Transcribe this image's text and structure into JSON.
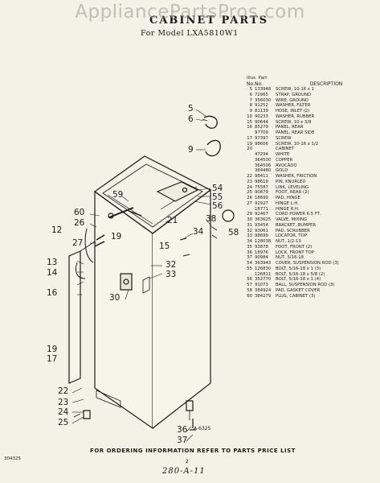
{
  "watermark": "AppliancePartsPros.com",
  "title": "CABINET PARTS",
  "subtitle": "For Model LXA5810W1",
  "table": {
    "head_top": "Illus.  Part",
    "head": {
      "no": "No.",
      "part": "No.",
      "desc": "DESCRIPTION"
    },
    "rows": [
      {
        "no": "5",
        "part": "133948",
        "desc": "SCREW, 10-16 x 1"
      },
      {
        "no": "6",
        "part": "72965",
        "desc": "STRAP, GROUND"
      },
      {
        "no": "7",
        "part": "356030",
        "desc": "WIRE, GROUND"
      },
      {
        "no": "8",
        "part": "91252",
        "desc": "WASHER, FILTER"
      },
      {
        "no": "9",
        "part": "81139",
        "desc": "HOSE, INLET (2)"
      },
      {
        "no": "10",
        "part": "90233",
        "desc": "WASHER, RUBBER"
      },
      {
        "no": "15",
        "part": "90644",
        "desc": "SCREW, 10 x 3/8"
      },
      {
        "no": "16",
        "part": "85279",
        "desc": "PANEL, REAR"
      },
      {
        "no": "",
        "part": "97709",
        "desc": "PANEL, REAR SIDE"
      },
      {
        "no": "17",
        "part": "97397",
        "desc": "SCREW"
      },
      {
        "no": "19",
        "part": "98606",
        "desc": "SCREW, 10-16 x 1/2"
      },
      {
        "no": "20",
        "part": "",
        "desc": "CABINET"
      },
      {
        "no": "",
        "part": "47294",
        "desc": "WHITE"
      },
      {
        "no": "",
        "part": "364500",
        "desc": "COPPER"
      },
      {
        "no": "",
        "part": "364506",
        "desc": "AVOCADO"
      },
      {
        "no": "",
        "part": "364480",
        "desc": "GOLD"
      },
      {
        "no": "22",
        "part": "98411",
        "desc": "WASHER, FRICTION"
      },
      {
        "no": "23",
        "part": "98619",
        "desc": "PIN, KNURLED"
      },
      {
        "no": "24",
        "part": "75587",
        "desc": "LINK, LEVELING"
      },
      {
        "no": "25",
        "part": "90879",
        "desc": "FOOT, REAR (2)"
      },
      {
        "no": "26",
        "part": "18699",
        "desc": "PAD, HINGE"
      },
      {
        "no": "27",
        "part": "92927",
        "desc": "HINGE L.H."
      },
      {
        "no": "",
        "part": "18771",
        "desc": "HINGE R.H."
      },
      {
        "no": "29",
        "part": "92467",
        "desc": "CORD POWER 6.5 FT."
      },
      {
        "no": "30",
        "part": "363625",
        "desc": "VALVE, MIXING"
      },
      {
        "no": "31",
        "part": "93454",
        "desc": "BRACKET, BUMPER"
      },
      {
        "no": "32",
        "part": "93061",
        "desc": "PAD, SCRUBBER"
      },
      {
        "no": "33",
        "part": "98699",
        "desc": "LOCATOR, TOP"
      },
      {
        "no": "34",
        "part": "128038",
        "desc": "NUT, 1/2-13"
      },
      {
        "no": "35",
        "part": "93878",
        "desc": "FOOT, FRONT (2)"
      },
      {
        "no": "36",
        "part": "18976",
        "desc": "LOCK, FRONT TOP"
      },
      {
        "no": "37",
        "part": "90984",
        "desc": "NUT, 5/16-18"
      },
      {
        "no": "54",
        "part": "363943",
        "desc": "COVER, SUSPENSION ROD (3)"
      },
      {
        "no": "55",
        "part": "126830",
        "desc": "BOLT, 5/16-18 x 1 (3)"
      },
      {
        "no": "",
        "part": "126811",
        "desc": "BOLT, 5/16-18 x 5/8 (2)"
      },
      {
        "no": "56",
        "part": "352770",
        "desc": "BOLT, 5/16-18 x 1 (4)"
      },
      {
        "no": "57",
        "part": "91073",
        "desc": "BALL, SUSPENSION ROD (3)"
      },
      {
        "no": "58",
        "part": "384924",
        "desc": "PAD, GASKET COVER"
      },
      {
        "no": "60",
        "part": "384279",
        "desc": "PLUG, CABINET (3)"
      }
    ]
  },
  "callouts": [
    {
      "label": "5"
    },
    {
      "label": "6"
    },
    {
      "label": "9"
    },
    {
      "label": "54"
    },
    {
      "label": "55"
    },
    {
      "label": "56"
    },
    {
      "label": "59"
    },
    {
      "label": "60"
    },
    {
      "label": "26"
    },
    {
      "label": "12"
    },
    {
      "label": "19"
    },
    {
      "label": "27"
    },
    {
      "label": "21"
    },
    {
      "label": "38"
    },
    {
      "label": "58"
    },
    {
      "label": "34"
    },
    {
      "label": "15"
    },
    {
      "label": "13"
    },
    {
      "label": "14"
    },
    {
      "label": "16"
    },
    {
      "label": "32"
    },
    {
      "label": "33"
    },
    {
      "label": "30"
    },
    {
      "label": "19"
    },
    {
      "label": "17"
    },
    {
      "label": "22"
    },
    {
      "label": "23"
    },
    {
      "label": "24"
    },
    {
      "label": "25"
    },
    {
      "label": "36"
    },
    {
      "label": "37"
    }
  ],
  "drawing_no": "A-6325",
  "footer": "FOR ORDERING INFORMATION REFER TO PARTS PRICE LIST",
  "code": "304325",
  "page_num": "2",
  "handwritten": "280-A-11"
}
